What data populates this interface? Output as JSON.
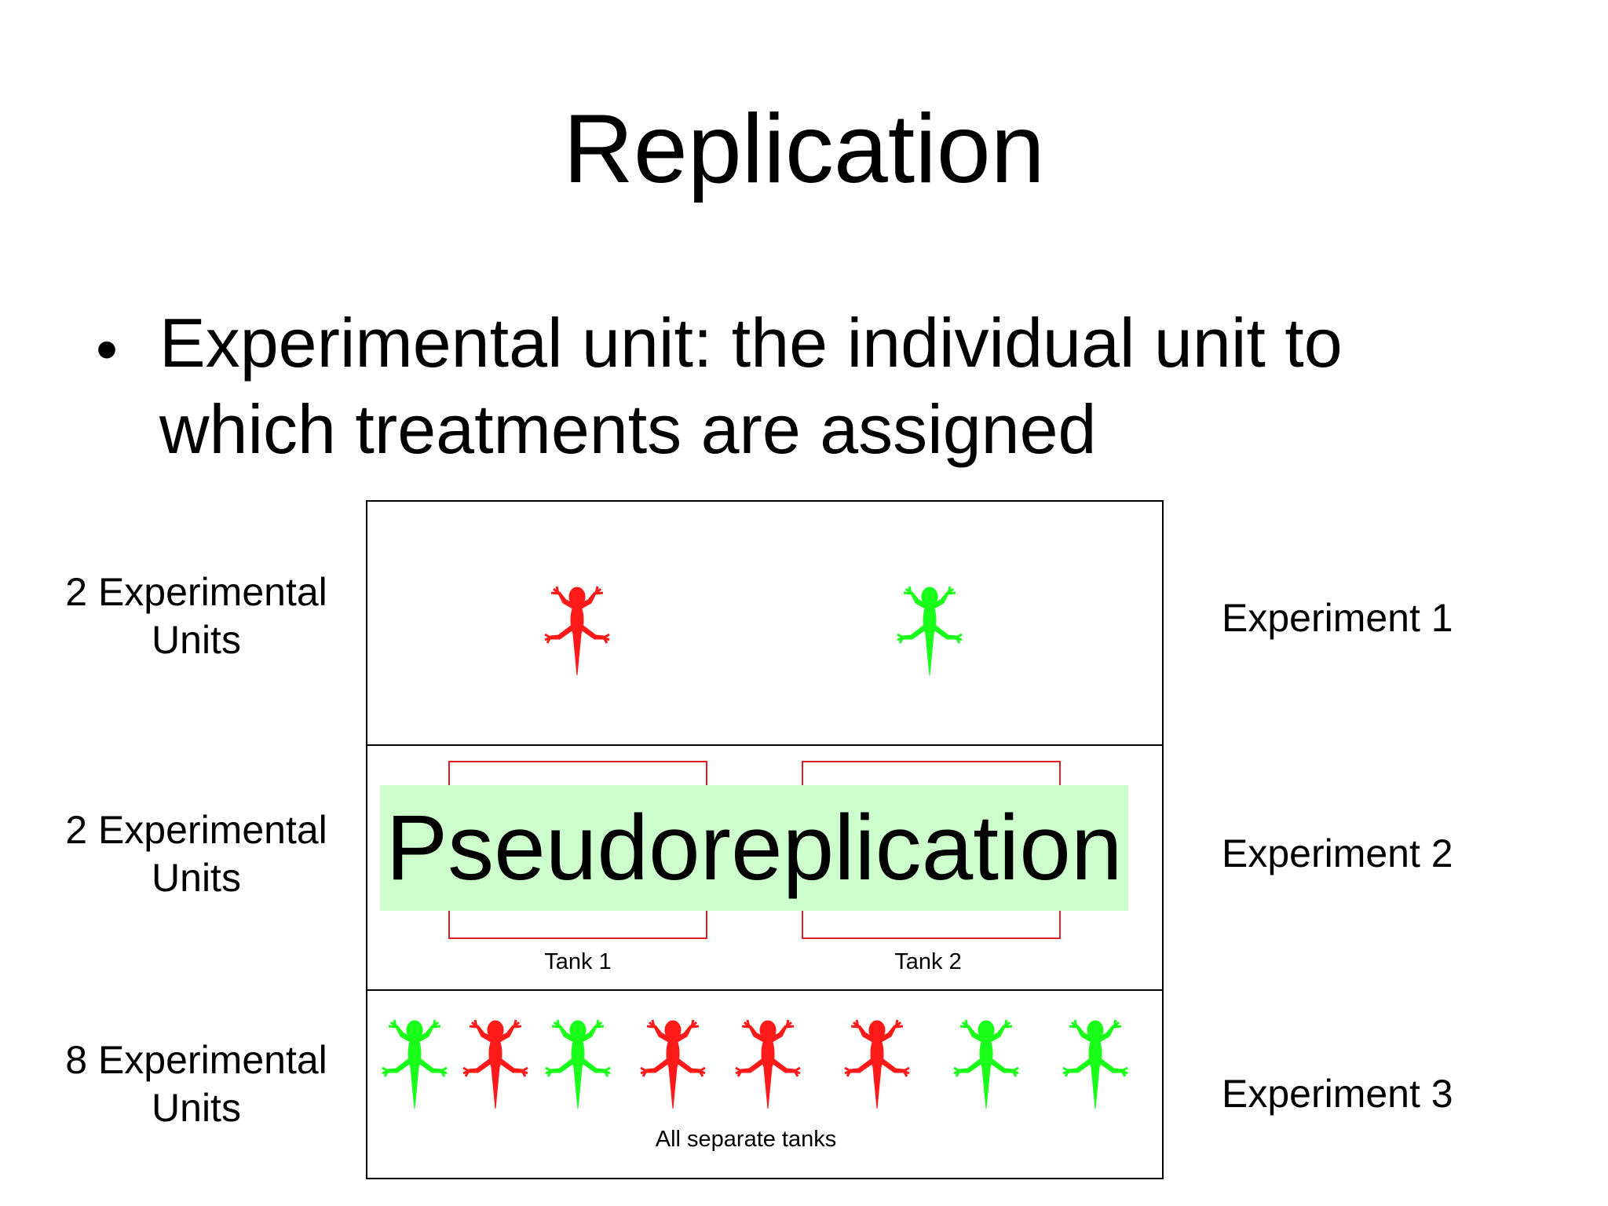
{
  "slide": {
    "title": "Replication",
    "bullet": "Experimental unit: the individual unit to which treatments are assigned"
  },
  "rows": [
    {
      "units_label": "2 Experimental Units",
      "experiment_label": "Experiment 1"
    },
    {
      "units_label": "2 Experimental Units",
      "experiment_label": "Experiment 2"
    },
    {
      "units_label": "8 Experimental Units",
      "experiment_label": "Experiment 3"
    }
  ],
  "experiment2": {
    "overlay_text": "Pseudoreplication",
    "tank_labels": [
      "Tank 1",
      "Tank 2"
    ]
  },
  "experiment3": {
    "caption": "All separate tanks",
    "lizard_colors": [
      "green",
      "red",
      "green",
      "red",
      "red",
      "red",
      "green",
      "green"
    ]
  },
  "experiment1": {
    "lizard_colors": [
      "red",
      "green"
    ]
  },
  "colors": {
    "red": "#ff1a1a",
    "green": "#1aff1a",
    "tank_border": "#e02020",
    "highlight": "#ccffcc"
  }
}
